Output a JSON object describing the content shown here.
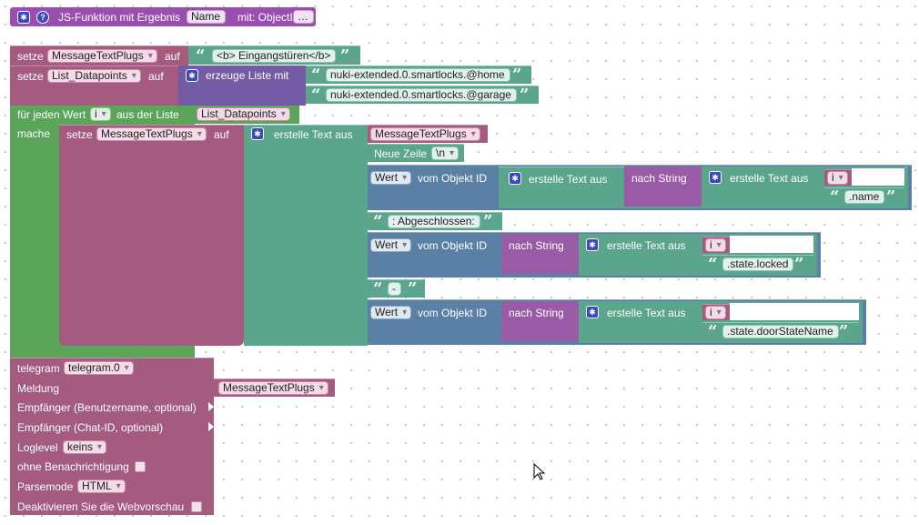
{
  "function_block": {
    "label": "JS-Funktion mit Ergebnis",
    "name": "Name",
    "param_label": "mit: ObjectID",
    "more": "…"
  },
  "set1": {
    "label": "setze",
    "var": "MessageTextPlugs",
    "to": "auf",
    "value": "<b> Eingangstüren</b>"
  },
  "set2": {
    "label": "setze",
    "var": "List_Datapoints",
    "to": "auf",
    "create_list": "erzeuge Liste mit",
    "items": [
      "nuki-extended.0.smartlocks.@home",
      "nuki-extended.0.smartlocks.@garage"
    ]
  },
  "foreach": {
    "label": "für jeden Wert",
    "var": "i",
    "from": "aus der Liste",
    "list": "List_Datapoints",
    "do": "mache"
  },
  "inner_set": {
    "label": "setze",
    "var": "MessageTextPlugs",
    "to": "auf",
    "create_text": "erstelle Text aus",
    "item1": "MessageTextPlugs",
    "newline": "Neue Zeile",
    "newline_val": "\\n",
    "colon_text": ": Abgeschlossen:",
    "dash_text": "-"
  },
  "getval1": {
    "prop": "Wert",
    "of": "vom Objekt ID",
    "create_text": "erstelle Text aus",
    "to_string": "nach String",
    "create_text2": "erstelle Text aus",
    "var": "i",
    "suffix": ".name"
  },
  "getval2": {
    "prop": "Wert",
    "of": "vom Objekt ID",
    "to_string": "nach String",
    "create_text": "erstelle Text aus",
    "var": "i",
    "suffix": ".state.locked"
  },
  "getval3": {
    "prop": "Wert",
    "of": "vom Objekt ID",
    "to_string": "nach String",
    "create_text": "erstelle Text aus",
    "var": "i",
    "suffix": ".state.doorStateName"
  },
  "telegram": {
    "label": "telegram",
    "instance": "telegram.0",
    "message": "Meldung",
    "message_var": "MessageTextPlugs",
    "recipient_user": "Empfänger (Benutzername, optional)",
    "recipient_chat": "Empfänger (Chat-ID, optional)",
    "loglevel": "Loglevel",
    "loglevel_val": "keins",
    "silent": "ohne Benachrichtigung",
    "parsemode": "Parsemode",
    "parsemode_val": "HTML",
    "disable_preview": "Deaktivieren Sie die Webvorschau"
  },
  "colors": {
    "variables": "#a55b80",
    "text": "#5ba58c",
    "lists": "#745ba5",
    "loops": "#5ba55b",
    "objects": "#5b80a5",
    "convert": "#995ba5",
    "function": "#9a4fb0"
  }
}
